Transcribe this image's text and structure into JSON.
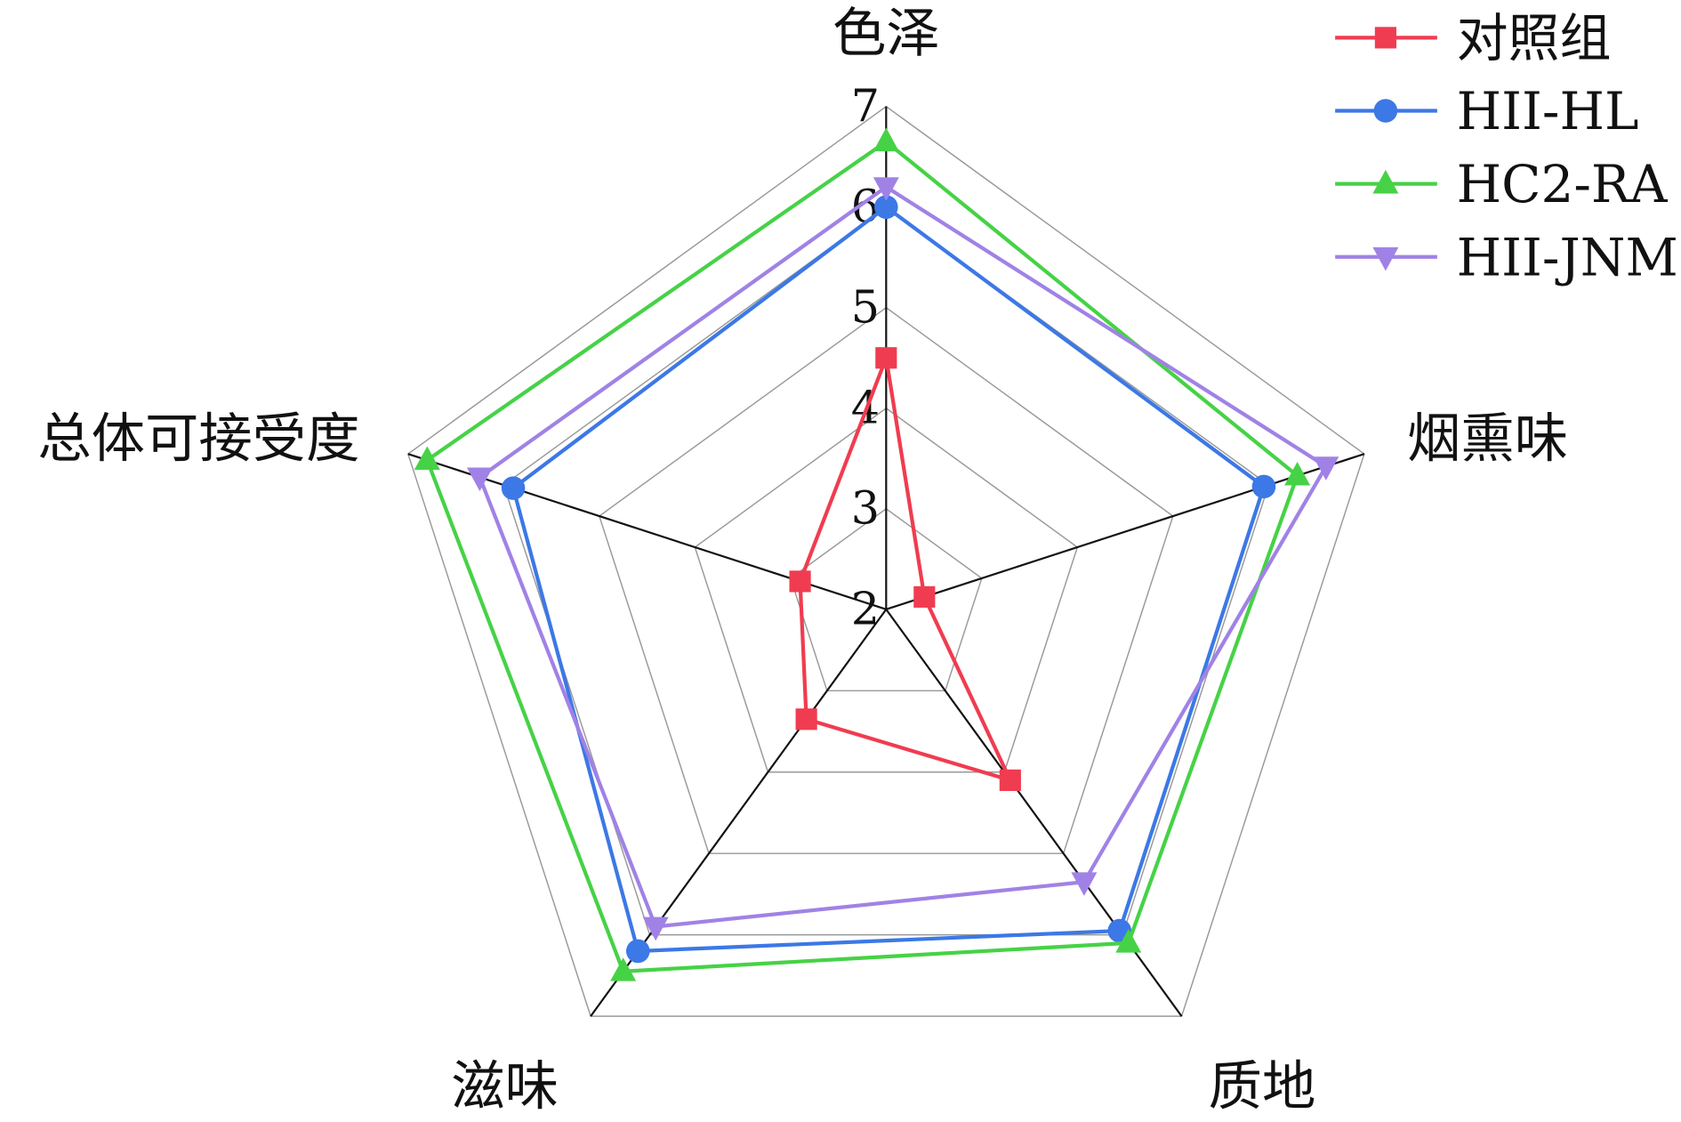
{
  "chart_data": {
    "type": "radar",
    "title": "",
    "axes": [
      "色泽",
      "烟熏味",
      "质地",
      "滋味",
      "总体可接受度"
    ],
    "range": [
      2,
      7
    ],
    "ticks": [
      "2",
      "3",
      "4",
      "5",
      "6",
      "7"
    ],
    "grid": true,
    "legend_position": "top-right",
    "series": [
      {
        "name": "对照组",
        "color": "#f03c50",
        "marker": "square",
        "values": [
          4.5,
          2.4,
          4.1,
          3.35,
          2.9
        ]
      },
      {
        "name": "HII-HL",
        "color": "#3c78e6",
        "marker": "circle",
        "values": [
          6.0,
          5.95,
          5.95,
          6.2,
          5.9
        ]
      },
      {
        "name": "HC2-RA",
        "color": "#46d246",
        "marker": "triangle-up",
        "values": [
          6.65,
          6.3,
          6.1,
          6.45,
          6.8
        ]
      },
      {
        "name": "HII-JNM",
        "color": "#a082e6",
        "marker": "triangle-down",
        "values": [
          6.2,
          6.6,
          5.35,
          5.9,
          6.25
        ]
      }
    ]
  }
}
